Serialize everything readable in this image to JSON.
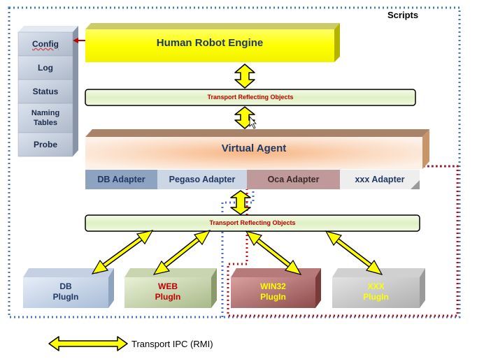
{
  "scripts_label": "Scripts",
  "sidebar": {
    "items": [
      {
        "label": "Config"
      },
      {
        "label": "Log"
      },
      {
        "label": "Status"
      },
      {
        "label": "Naming\nTables"
      },
      {
        "label": "Probe"
      }
    ]
  },
  "engine": {
    "label": "Human Robot Engine"
  },
  "transport_top": {
    "label": "Transport Reflecting Objects"
  },
  "virtual_agent": {
    "label": "Virtual Agent"
  },
  "adapters": [
    {
      "label": "DB Adapter"
    },
    {
      "label": "Pegaso Adapter"
    },
    {
      "label": "Oca Adapter"
    },
    {
      "label": "xxx Adapter"
    }
  ],
  "transport_bottom": {
    "label": "Transport Reflecting Objects"
  },
  "plugins": [
    {
      "line1": "DB",
      "line2": "PlugIn"
    },
    {
      "line1": "WEB",
      "line2": "PlugIn"
    },
    {
      "line1": "WIN32",
      "line2": "PlugIn"
    },
    {
      "line1": "XXX",
      "line2": "PlugIn"
    }
  ],
  "legend": {
    "label": "Transport IPC (RMI)"
  },
  "colors": {
    "engine": "#ffff00",
    "transport_text": "#c00000",
    "blue_dots": "#4472c4",
    "red_dots": "#e00000",
    "arrow_fill": "#ffff00"
  }
}
